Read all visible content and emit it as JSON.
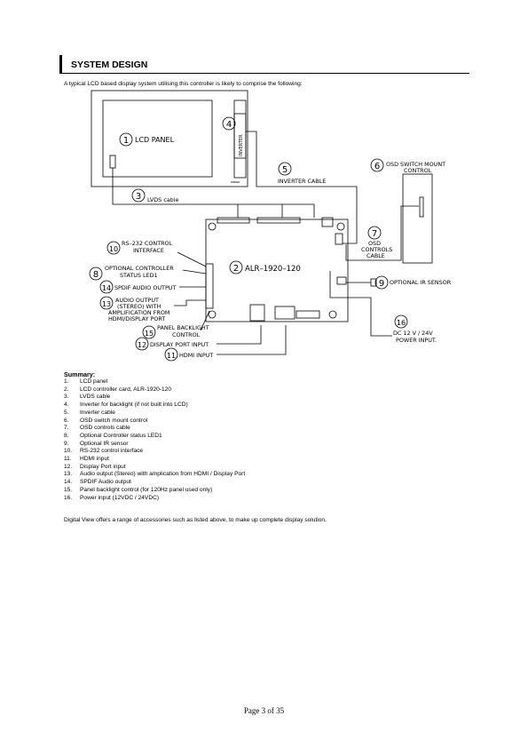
{
  "section": {
    "title": "SYSTEM DESIGN"
  },
  "intro": "A typical LCD based display system utilising this controller is likely to comprise the following:",
  "diagram": {
    "lcd_panel": "LCD  PANEL",
    "inverter": "INVERTER",
    "inverter_cable": "INVERTER  CABLE",
    "lvds_cable": "LVDS  cable",
    "controller": "ALR–1920–120",
    "osd_switch_1": "OSD  SWITCH  MOUNT",
    "osd_switch_2": "CONTROL",
    "osd_cable_1": "OSD",
    "osd_cable_2": "CONTROLS",
    "osd_cable_3": "CABLE",
    "ir_sensor": "OPTIONAL  IR  SENSOR",
    "power_1": "DC  12  V  /  24V",
    "power_2": "POWER  INPUT.",
    "rs232_1": "RS–232  CONTROL",
    "rs232_2": "INTERFACE",
    "led_1": "OPTIONAL  CONTROLLER",
    "led_2": "STATUS  LED1",
    "spdif": "SPDIF  AUDIO  OUTPUT",
    "audio_1": "AUDIO  OUTPUT",
    "audio_2": "(STEREO)  WITH",
    "audio_3": "AMPLIFICATION  FROM",
    "audio_4": "HDMI/DISPLAY  PORT",
    "backlight_1": "PANEL  BACKLIGHT",
    "backlight_2": "CONTROL",
    "dp_input": "DISPLAY  PORT  INPUT",
    "hdmi_input": "HDMI  INPUT",
    "numbers": [
      "1",
      "2",
      "3",
      "4",
      "5",
      "6",
      "7",
      "8",
      "9",
      "10",
      "11",
      "12",
      "13",
      "14",
      "15",
      "16"
    ]
  },
  "summary": {
    "title": "Summary:",
    "items": [
      {
        "num": "1.",
        "text": "LCD panel"
      },
      {
        "num": "2.",
        "text": "LCD controller card, ALR-1920-120"
      },
      {
        "num": "3.",
        "text": "LVDS cable"
      },
      {
        "num": "4.",
        "text": "Inverter for backlight (if not built into LCD)"
      },
      {
        "num": "5.",
        "text": "Inverter cable"
      },
      {
        "num": "6.",
        "text": "OSD switch mount control"
      },
      {
        "num": "7.",
        "text": "OSD controls cable"
      },
      {
        "num": "8.",
        "text": "Optional Controller status LED1"
      },
      {
        "num": "9.",
        "text": "Optional IR sensor"
      },
      {
        "num": "10.",
        "text": "RS-232 control interface"
      },
      {
        "num": "11.",
        "text": "HDMI input"
      },
      {
        "num": "12.",
        "text": "Display Port input"
      },
      {
        "num": "13.",
        "text": "Audio output (Stereo) with amplication from HDMI / Display Port"
      },
      {
        "num": "14.",
        "text": "SPDIF Audio output"
      },
      {
        "num": "15.",
        "text": "Panel backlight control (for 120Hz panel used only)"
      },
      {
        "num": "16.",
        "text": "Power input (12VDC / 24VDC)"
      }
    ]
  },
  "footer_note": "Digital View offers a range of accessories such as listed above, to make up complete display solution.",
  "page": "Page 3 of 35"
}
